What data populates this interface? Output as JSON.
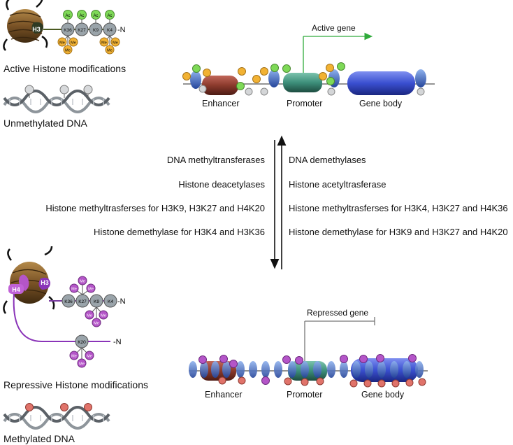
{
  "active": {
    "histone_title": "Active Histone modifications",
    "dna_title": "Unmethylated DNA",
    "core": "H3",
    "residues": [
      "K36",
      "K27",
      "K9",
      "K4"
    ],
    "terminal": "-N",
    "ac_label": "Ac",
    "me_label": "Me",
    "gene_label": "Active gene",
    "regions": [
      "Enhancer",
      "Promoter",
      "Gene body"
    ]
  },
  "repressive": {
    "histone_title": "Repressive Histone modifications",
    "dna_title": "Methylated DNA",
    "core_h3": "H3",
    "core_h4": "H4",
    "residues": [
      "K36",
      "K27",
      "K9",
      "K4"
    ],
    "h4_residue": "K20",
    "terminal": "-N",
    "me_label": "Me",
    "gene_label": "Repressed gene",
    "regions": [
      "Enhancer",
      "Promoter",
      "Gene body"
    ]
  },
  "down_enzymes": [
    "DNA methyltransferases",
    "Histone deacetylases",
    "Histone methyltrasferses for H3K9, H3K27 and H4K20",
    "Histone demethylase for H3K4 and H3K36"
  ],
  "up_enzymes": [
    "DNA demethylases",
    "Histone acetyltrasferase",
    "Histone methyltrasferses for H3K4, H3K27 and H4K36",
    "Histone demethylase for H3K9 and H3K27 and H4K20"
  ],
  "colors": {
    "acetyl": "#7ed957",
    "me_active": "#f2b233",
    "me_repressive": "#b455c8",
    "dna_me": "#e0736a",
    "nucleosome": "#3f6fc8",
    "enhancer": "#8b3a2c",
    "promoter": "#3d8f7a",
    "gene_body": "#3a4fd0",
    "active_arrow": "#2faa3a",
    "h4_purple": "#8a34b8"
  }
}
